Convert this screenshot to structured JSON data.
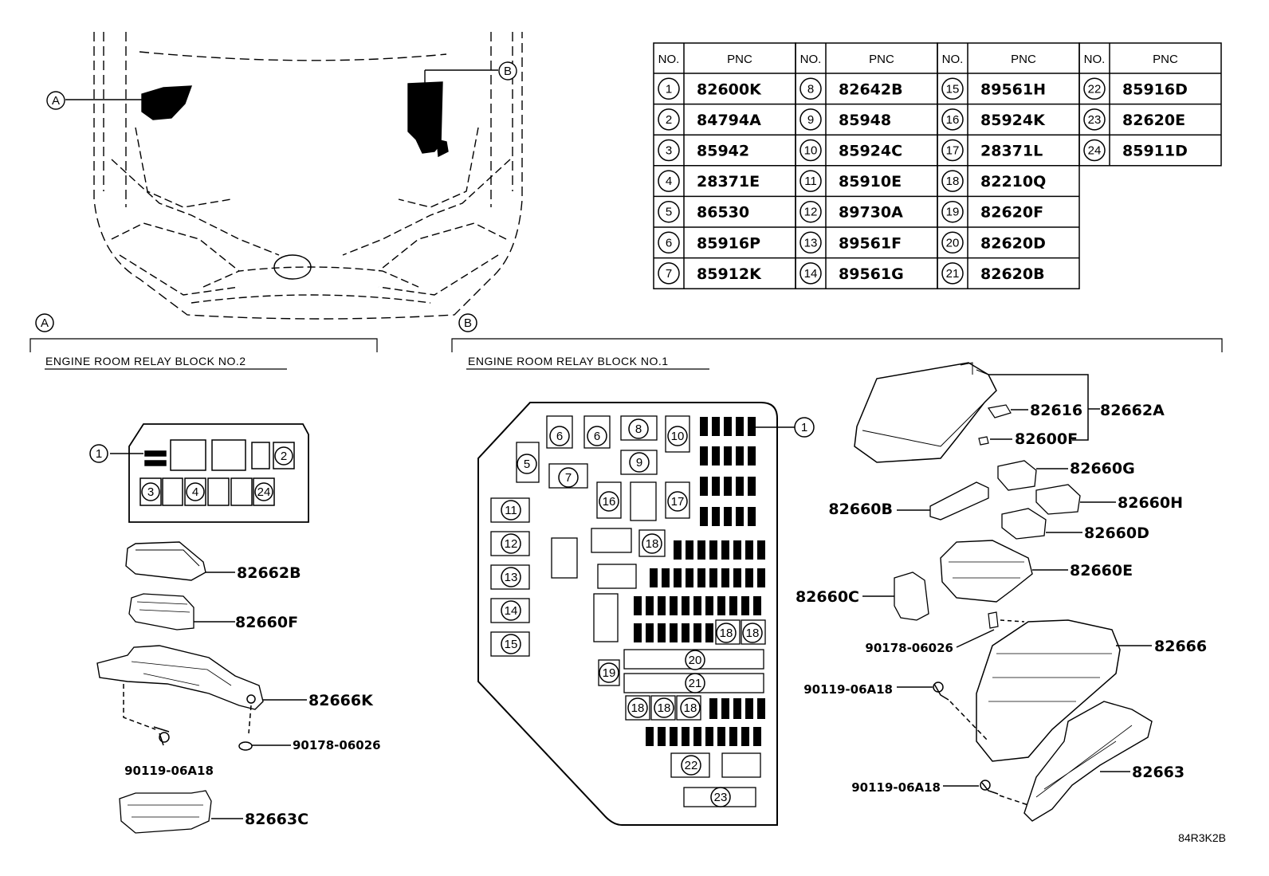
{
  "table": {
    "header_no": "NO.",
    "header_pnc": "PNC",
    "columns": [
      [
        {
          "no": "1",
          "pnc": "82600K"
        },
        {
          "no": "2",
          "pnc": "84794A"
        },
        {
          "no": "3",
          "pnc": "85942"
        },
        {
          "no": "4",
          "pnc": "28371E"
        },
        {
          "no": "5",
          "pnc": "86530"
        },
        {
          "no": "6",
          "pnc": "85916P"
        },
        {
          "no": "7",
          "pnc": "85912K"
        }
      ],
      [
        {
          "no": "8",
          "pnc": "82642B"
        },
        {
          "no": "9",
          "pnc": "85948"
        },
        {
          "no": "10",
          "pnc": "85924C"
        },
        {
          "no": "11",
          "pnc": "85910E"
        },
        {
          "no": "12",
          "pnc": "89730A"
        },
        {
          "no": "13",
          "pnc": "89561F"
        },
        {
          "no": "14",
          "pnc": "89561G"
        }
      ],
      [
        {
          "no": "15",
          "pnc": "89561H"
        },
        {
          "no": "16",
          "pnc": "85924K"
        },
        {
          "no": "17",
          "pnc": "28371L"
        },
        {
          "no": "18",
          "pnc": "82210Q"
        },
        {
          "no": "19",
          "pnc": "82620F"
        },
        {
          "no": "20",
          "pnc": "82620D"
        },
        {
          "no": "21",
          "pnc": "82620B"
        }
      ],
      [
        {
          "no": "22",
          "pnc": "85916D"
        },
        {
          "no": "23",
          "pnc": "82620E"
        },
        {
          "no": "24",
          "pnc": "85911D"
        }
      ]
    ]
  },
  "overview": {
    "marker_a": "A",
    "marker_b": "B"
  },
  "section_a": {
    "marker": "A",
    "title": "ENGINE ROOM RELAY BLOCK NO.2",
    "slots": [
      "1",
      "2",
      "3",
      "4",
      "24"
    ],
    "parts": [
      {
        "label": "82662B"
      },
      {
        "label": "82660F"
      },
      {
        "label": "82666K"
      },
      {
        "label": "90178-06026"
      },
      {
        "label": "90119-06A18"
      },
      {
        "label": "82663C"
      }
    ]
  },
  "section_b": {
    "marker": "B",
    "title": "ENGINE ROOM RELAY BLOCK NO.1",
    "slots": [
      "1",
      "5",
      "6",
      "6",
      "7",
      "8",
      "9",
      "10",
      "11",
      "12",
      "13",
      "14",
      "15",
      "16",
      "17",
      "18",
      "18",
      "18",
      "18",
      "18",
      "18",
      "19",
      "20",
      "21",
      "22",
      "23"
    ],
    "parts": [
      {
        "label": "82616"
      },
      {
        "label": "82662A"
      },
      {
        "label": "82600F"
      },
      {
        "label": "82660G"
      },
      {
        "label": "82660H"
      },
      {
        "label": "82660B"
      },
      {
        "label": "82660D"
      },
      {
        "label": "82660E"
      },
      {
        "label": "82660C"
      },
      {
        "label": "90178-06026"
      },
      {
        "label": "82666"
      },
      {
        "label": "90119-06A18"
      },
      {
        "label": "90119-06A18"
      },
      {
        "label": "82663"
      }
    ]
  },
  "diagram_code": "84R3K2B"
}
